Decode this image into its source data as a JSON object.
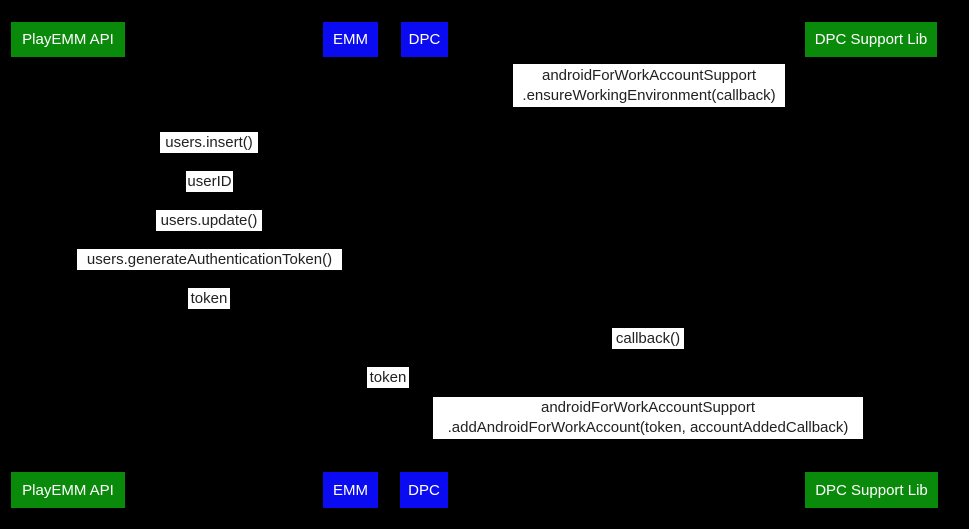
{
  "colors": {
    "background": "#000000",
    "actor_green": "#0a8a0a",
    "actor_blue": "#0b0bf2",
    "label_bg": "#ffffff",
    "label_text": "#212121",
    "actor_text": "#ffffff"
  },
  "actors": {
    "playemm_api": "PlayEMM API",
    "emm": "EMM",
    "dpc": "DPC",
    "dpc_support_lib": "DPC Support Lib"
  },
  "messages": {
    "ensure_env_line1": "androidForWorkAccountSupport",
    "ensure_env_line2": ".ensureWorkingEnvironment(callback)",
    "users_insert": "users.insert()",
    "user_id": "userID",
    "users_update": "users.update()",
    "users_generate_token": "users.generateAuthenticationToken()",
    "token_1": "token",
    "callback": "callback()",
    "token_2": "token",
    "add_account_line1": "androidForWorkAccountSupport",
    "add_account_line2": ".addAndroidForWorkAccount(token, accountAddedCallback)"
  }
}
